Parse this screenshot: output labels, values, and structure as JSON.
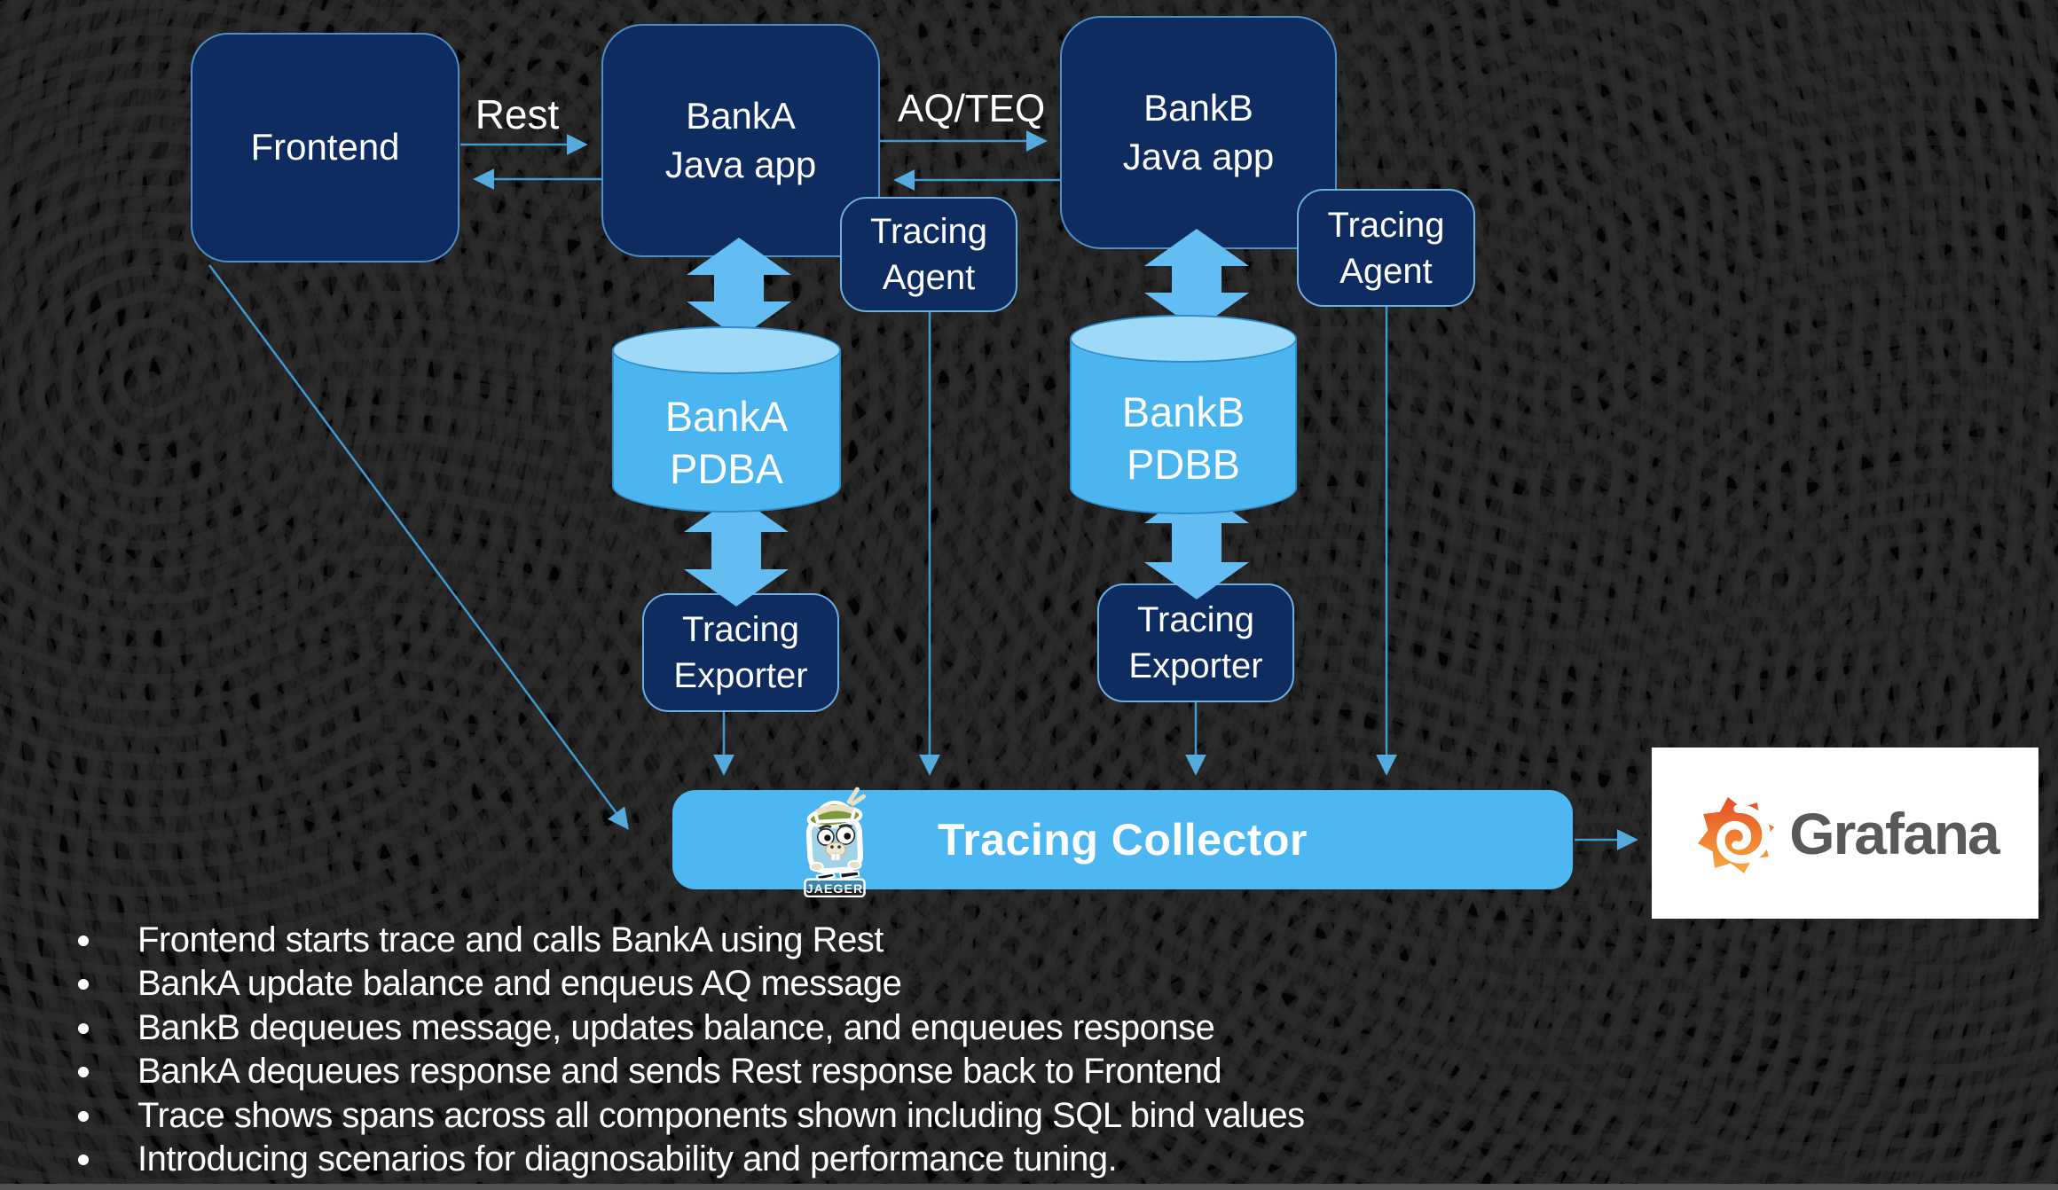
{
  "diagram": {
    "labels": {
      "rest": "Rest",
      "aq_teq": "AQ/TEQ"
    },
    "nodes": {
      "frontend": {
        "label": "Frontend"
      },
      "banka": {
        "line1": "BankA",
        "line2": "Java app"
      },
      "bankb": {
        "line1": "BankB",
        "line2": "Java app"
      },
      "tracing_agent_a": {
        "line1": "Tracing",
        "line2": "Agent"
      },
      "tracing_agent_b": {
        "line1": "Tracing",
        "line2": "Agent"
      },
      "pdba": {
        "line1": "BankA",
        "line2": "PDBA"
      },
      "pdbb": {
        "line1": "BankB",
        "line2": "PDBB"
      },
      "exporter_a": {
        "line1": "Tracing",
        "line2": "Exporter"
      },
      "exporter_b": {
        "line1": "Tracing",
        "line2": "Exporter"
      },
      "collector": {
        "label": "Tracing Collector"
      },
      "jaeger": {
        "badge": "JAEGER"
      },
      "grafana": {
        "label": "Grafana"
      }
    }
  },
  "bullets": [
    "Frontend starts trace and calls BankA using Rest",
    "BankA update balance and enqueus AQ message",
    "BankB dequeues message, updates balance, and enqueues response",
    "BankA dequeues response and sends Rest response back to Frontend",
    "Trace shows spans across all components shown including SQL bind values",
    "Introducing scenarios for diagnosability and performance tuning."
  ],
  "colors": {
    "background": "#040404",
    "swirl_pattern": "#2e2e2e",
    "node_fill": "#0e2c5f",
    "node_border": "#4f8fc7",
    "accent_light_blue": "#4cb7f1",
    "cylinder_top": "#9edaf8",
    "connector_line": "#3f9ad2",
    "arrowhead": "#54aadd",
    "text": "#ffffff",
    "grafana_text": "#58595b",
    "grafana_orange_top": "#e44d26",
    "grafana_orange_bottom": "#fbad3c",
    "jaeger_body": "#9fd4e5",
    "jaeger_hat": "#7a9a3d"
  }
}
